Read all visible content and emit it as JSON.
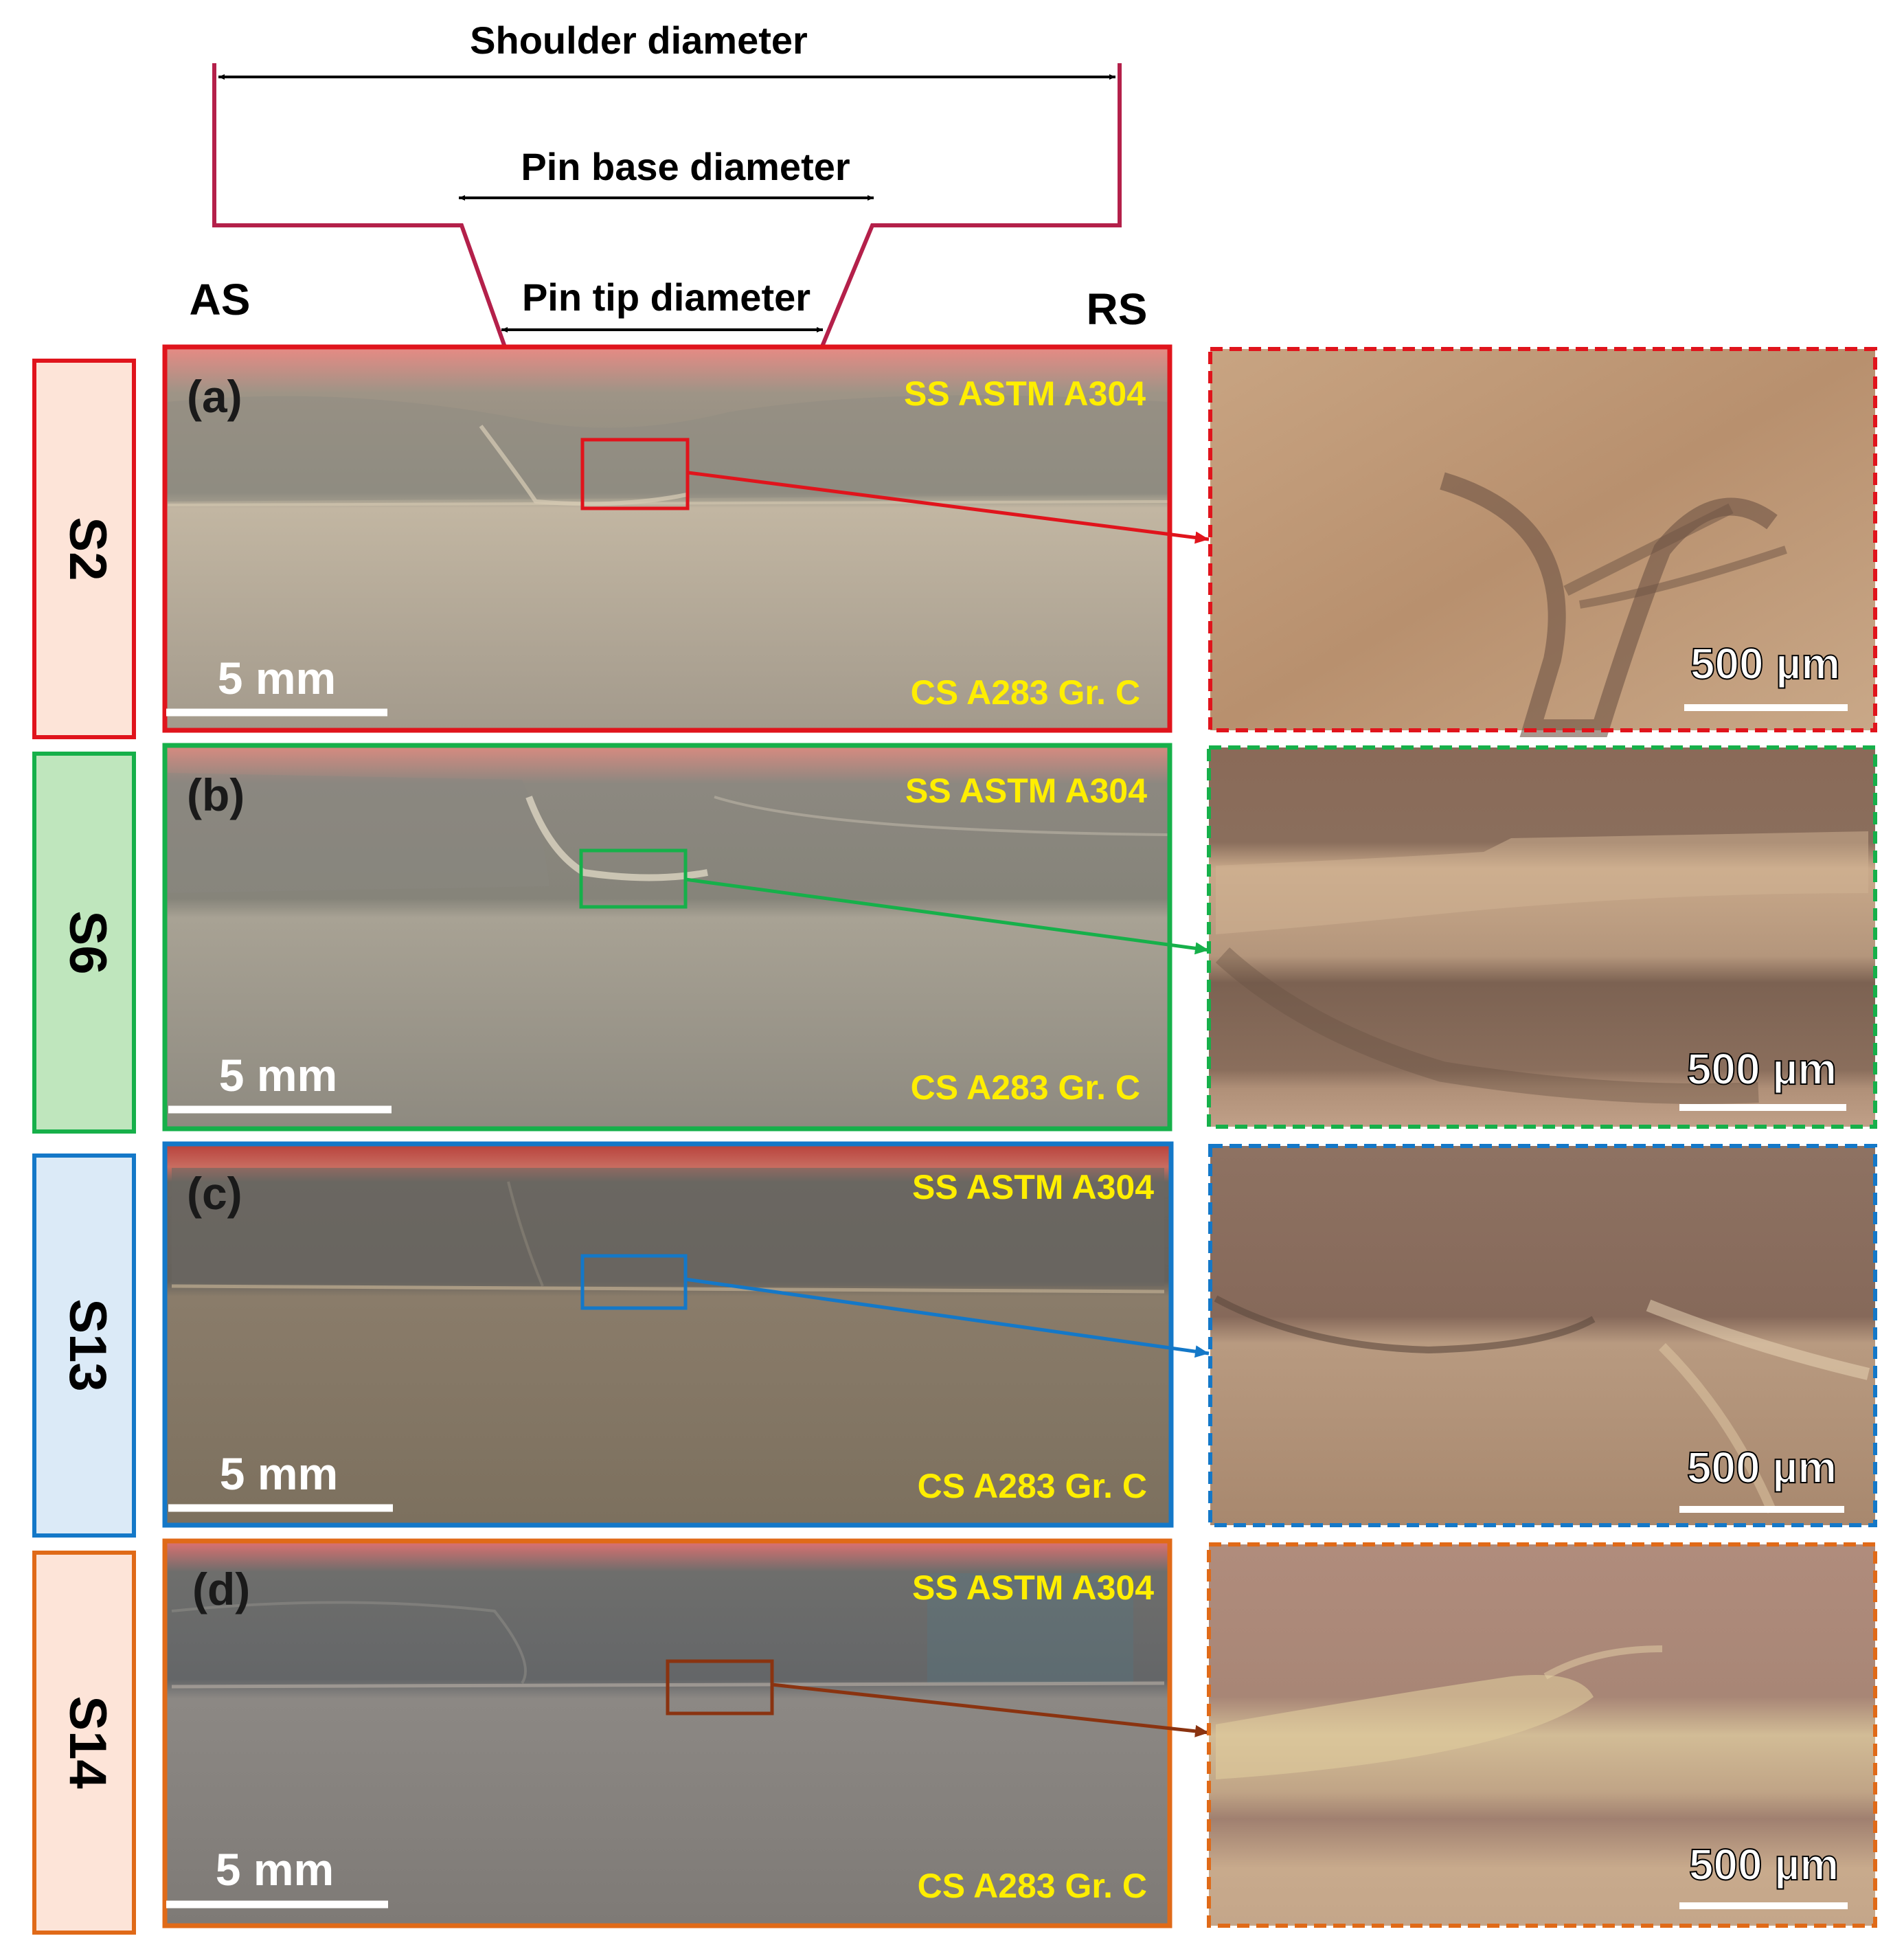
{
  "tool": {
    "shoulder_label": "Shoulder diameter",
    "pin_base_label": "Pin base diameter",
    "pin_tip_label": "Pin tip diameter",
    "as_label": "AS",
    "rs_label": "RS",
    "outline_color": "#b4204a"
  },
  "material_labels": {
    "top": "SS ASTM A304",
    "bottom": "CS A283 Gr. C",
    "color": "#ffee00"
  },
  "scale_labels": {
    "macro": "5 mm",
    "micro": "500 µm"
  },
  "rows": [
    {
      "sample": "S2",
      "panel": "(a)",
      "color": "#e0141c",
      "tag_fill": "#fde4d8"
    },
    {
      "sample": "S6",
      "panel": "(b)",
      "color": "#16b04a",
      "tag_fill": "#bfe6bd"
    },
    {
      "sample": "S13",
      "panel": "(c)",
      "color": "#1478c8",
      "tag_fill": "#dbeaf7"
    },
    {
      "sample": "S14",
      "panel": "(d)",
      "color": "#e06a18",
      "tag_fill": "#fde4d8"
    }
  ]
}
